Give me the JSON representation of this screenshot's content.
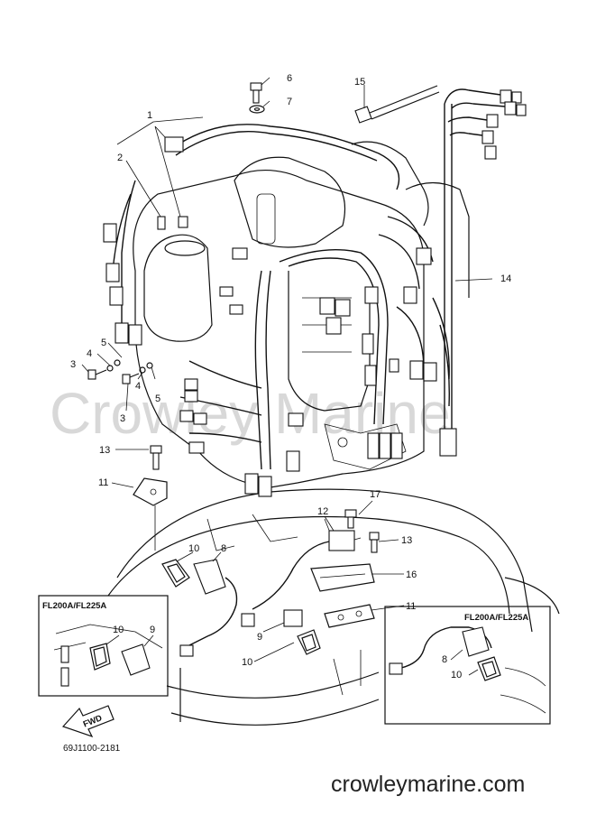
{
  "diagram": {
    "part_code": "69J1100-2181",
    "watermark": "Crowley Marine",
    "site_label": "crowleymarine.com",
    "fwd_label": "FWD",
    "inset_left_title": "FL200A/FL225A",
    "inset_right_title": "FL200A/FL225A",
    "callouts": {
      "c1": "1",
      "c2": "2",
      "c3a": "3",
      "c3b": "3",
      "c4a": "4",
      "c4b": "4",
      "c5a": "5",
      "c5b": "5",
      "c6": "6",
      "c7": "7",
      "c8": "8",
      "c9": "9",
      "c10a": "10",
      "c10b": "10",
      "c11a": "11",
      "c11b": "11",
      "c12": "12",
      "c13a": "13",
      "c13b": "13",
      "c14": "14",
      "c15": "15",
      "c16": "16",
      "c17": "17",
      "i8r": "8",
      "i10r": "10",
      "i9l": "9",
      "i10l": "10"
    }
  }
}
